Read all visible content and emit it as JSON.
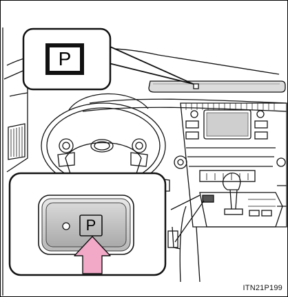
{
  "callout_indicator": {
    "symbol": "P"
  },
  "switch_closeup": {
    "symbol": "P"
  },
  "figure_code": "ITN21P199",
  "colors": {
    "line": "#111111",
    "panel_gray": "#cfcfcf",
    "button_gray": "#bdbdbd",
    "arrow_pink": "#f2a9c8",
    "indicator_black": "#111111"
  },
  "icons": {
    "indicator": "parking-brake-indicator-icon",
    "press_arrow": "press-arrow-icon"
  }
}
